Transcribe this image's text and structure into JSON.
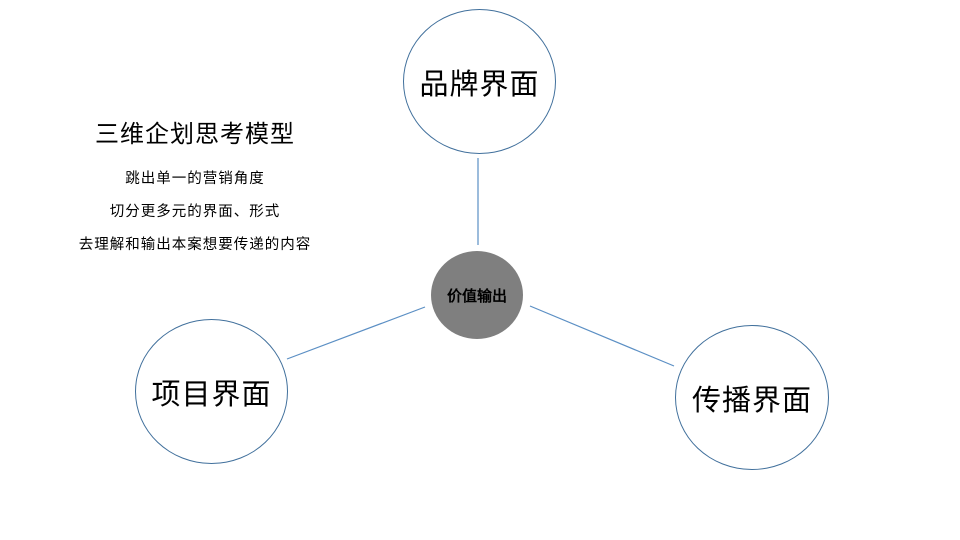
{
  "caption": {
    "title": "三维企划思考模型",
    "lines": [
      "跳出单一的营销角度",
      "切分更多元的界面、形式",
      "去理解和输出本案想要传递的内容"
    ]
  },
  "nodes": {
    "center": {
      "label": "价值输出",
      "fill": "#7f7f7f"
    },
    "top": {
      "label": "品牌界面"
    },
    "left": {
      "label": "项目界面"
    },
    "right": {
      "label": "传播界面"
    }
  },
  "colors": {
    "outline": "#41709c",
    "connector": "#5b8fc4",
    "center_fill": "#7f7f7f"
  }
}
